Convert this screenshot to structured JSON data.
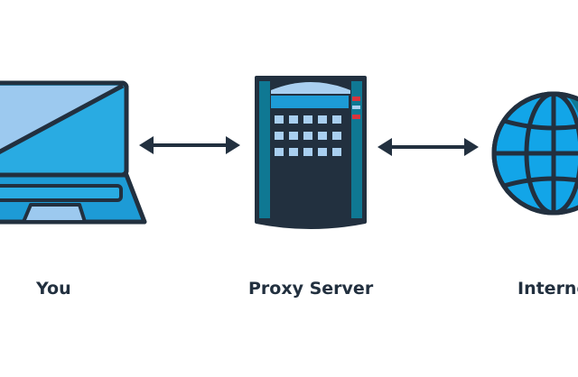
{
  "nodes": [
    {
      "id": "you",
      "label": "You",
      "icon": "laptop-icon"
    },
    {
      "id": "proxy",
      "label": "Proxy Server",
      "icon": "server-icon"
    },
    {
      "id": "internet",
      "label": "Internet",
      "icon": "globe-icon"
    }
  ],
  "connections": [
    {
      "from": "you",
      "to": "proxy",
      "style": "double-arrow"
    },
    {
      "from": "proxy",
      "to": "internet",
      "style": "double-arrow"
    }
  ],
  "colors": {
    "outline": "#22303f",
    "screen_light": "#9cc9ef",
    "screen_blue": "#29abe2",
    "laptop_base": "#1d9bd6",
    "server_teal": "#0f7893",
    "server_key": "#a9cff0",
    "server_red": "#d8343c",
    "globe_blue": "#12a5e8",
    "globe_teal": "#0f7893",
    "label_text": "#22303f"
  }
}
